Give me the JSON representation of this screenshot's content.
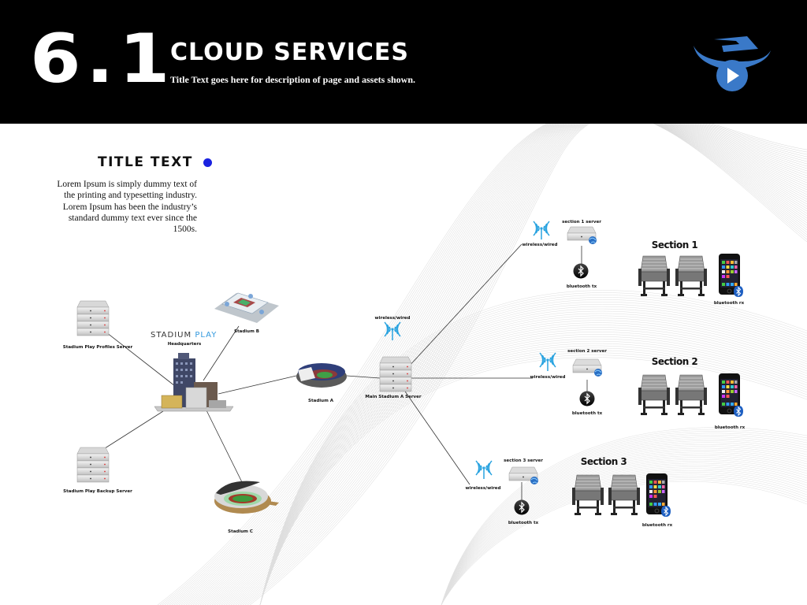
{
  "header": {
    "section_number": "6.1",
    "title": "CLOUD SERVICES",
    "subtitle": "Title Text goes here for description of page and assets shown.",
    "logo_icon": "stadium-play-logo-icon",
    "logo_color": "#3a79c8"
  },
  "sidebar": {
    "title": "TITLE TEXT",
    "bullet_color": "#1a22e0",
    "body": "Lorem Ipsum is simply dummy text of the printing and typesetting industry. Lorem Ipsum has been the industry’s standard dummy text ever since the 1500s."
  },
  "diagram": {
    "brand_part1": "STADIUM",
    "brand_part2": "PLAY",
    "brand_accent": "#3399dd",
    "headquarters_label": "Headquarters",
    "profiles_server_label": "Stadium Play Profiles Server",
    "backup_server_label": "Stadium Play Backup Server",
    "stadium_a_label": "Stadium A",
    "stadium_b_label": "Stadium B",
    "stadium_c_label": "Stadium C",
    "main_server_label": "Main Stadium A Server",
    "main_wireless_label": "wireless/wired",
    "wifi_color": "#29a3e0",
    "sections": [
      {
        "title": "Section 1",
        "server_label": "section 1 server",
        "wireless_label": "wireless/wired",
        "tx_label": "bluetooth tx",
        "rx_label": "bluetooth rx"
      },
      {
        "title": "Section 2",
        "server_label": "section 2 server",
        "wireless_label": "wireless/wired",
        "tx_label": "bluetooth tx",
        "rx_label": "bluetooth rx"
      },
      {
        "title": "Section 3",
        "server_label": "section 3 server",
        "wireless_label": "wireless/wired",
        "tx_label": "bluetooth tx",
        "rx_label": "bluetooth rx"
      }
    ]
  }
}
